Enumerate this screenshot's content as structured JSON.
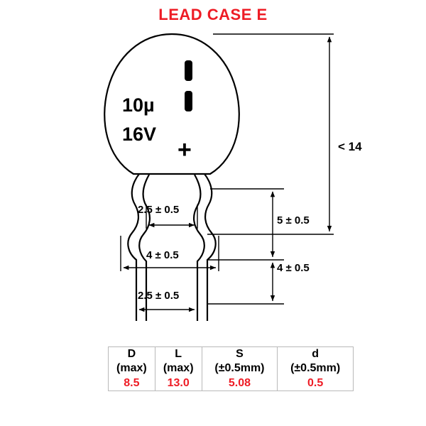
{
  "title": "LEAD CASE E",
  "capacitor": {
    "capacitance": "10µ",
    "voltage": "16V",
    "polarity_mark": "+"
  },
  "dimensions": {
    "height": "< 14",
    "lead_spacing_top": "2.5 ± 0.5",
    "lead_spread": "4 ± 0.5",
    "lead_spacing_bottom": "2.5 ± 0.5",
    "right_upper": "5 ± 0.5",
    "right_lower": "4 ± 0.5"
  },
  "table": {
    "headers": [
      "D",
      "L",
      "S",
      "d"
    ],
    "subheaders": [
      "(max)",
      "(max)",
      "(±0.5mm)",
      "(±0.5mm)"
    ],
    "values": [
      "8.5",
      "13.0",
      "5.08",
      "0.5"
    ]
  },
  "colors": {
    "title": "#ee1c25",
    "value": "#ee1c25",
    "line": "#000000"
  }
}
